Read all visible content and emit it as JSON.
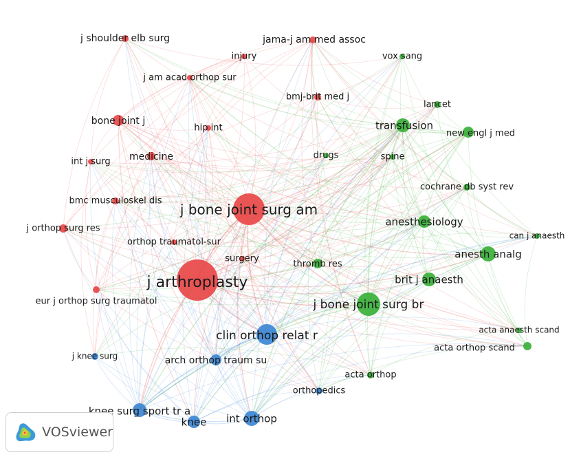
{
  "app": {
    "name": "VOSviewer"
  },
  "colors": {
    "cluster1": "#e84848",
    "cluster2": "#3ab03a",
    "cluster3": "#3d87d4"
  },
  "icons": {
    "logo": "vosviewer-logo-icon"
  },
  "nodes": [
    {
      "id": "jbjs_am",
      "label": "j bone joint surg am",
      "cluster": 1,
      "weight": 5
    },
    {
      "id": "j_arthro",
      "label": "j arthroplasty",
      "cluster": 1,
      "weight": 6
    },
    {
      "id": "shoulder",
      "label": "j shoulder elb surg",
      "cluster": 1,
      "weight": 1
    },
    {
      "id": "jama",
      "label": "jama-j am med assoc",
      "cluster": 1,
      "weight": 1
    },
    {
      "id": "injury",
      "label": "injury",
      "cluster": 1,
      "weight": 1
    },
    {
      "id": "jaaos",
      "label": "j am acad orthop sur",
      "cluster": 1,
      "weight": 1
    },
    {
      "id": "bmj",
      "label": "bmj-brit med j",
      "cluster": 1,
      "weight": 1
    },
    {
      "id": "bjj",
      "label": "bone joint j",
      "cluster": 1,
      "weight": 2
    },
    {
      "id": "hipint",
      "label": "hip int",
      "cluster": 1,
      "weight": 1
    },
    {
      "id": "intjsurg",
      "label": "int j surg",
      "cluster": 1,
      "weight": 1
    },
    {
      "id": "medicine",
      "label": "medicine",
      "cluster": 1,
      "weight": 1
    },
    {
      "id": "bmcmsk",
      "label": "bmc musculoskel dis",
      "cluster": 1,
      "weight": 1
    },
    {
      "id": "jorthsurgres",
      "label": "j orthop surg res",
      "cluster": 1,
      "weight": 1
    },
    {
      "id": "otsur",
      "label": "orthop traumatol-sur",
      "cluster": 1,
      "weight": 1
    },
    {
      "id": "surgery",
      "label": "surgery",
      "cluster": 1,
      "weight": 1
    },
    {
      "id": "eurjorth",
      "label": "eur j orthop surg traumatol",
      "cluster": 1,
      "weight": 1
    },
    {
      "id": "voxsang",
      "label": "vox sang",
      "cluster": 2,
      "weight": 1
    },
    {
      "id": "lancet",
      "label": "lancet",
      "cluster": 2,
      "weight": 1
    },
    {
      "id": "transfusion",
      "label": "transfusion",
      "cluster": 2,
      "weight": 3
    },
    {
      "id": "nejm",
      "label": "new engl j med",
      "cluster": 2,
      "weight": 2
    },
    {
      "id": "drugs",
      "label": "drugs",
      "cluster": 2,
      "weight": 1
    },
    {
      "id": "spine",
      "label": "spine",
      "cluster": 2,
      "weight": 1
    },
    {
      "id": "cochrane",
      "label": "cochrane db syst rev",
      "cluster": 2,
      "weight": 1
    },
    {
      "id": "anesthesiology",
      "label": "anesthesiology",
      "cluster": 2,
      "weight": 2
    },
    {
      "id": "canjanaesth",
      "label": "can j anaesth",
      "cluster": 2,
      "weight": 1
    },
    {
      "id": "anesthanalg",
      "label": "anesth analg",
      "cluster": 2,
      "weight": 3
    },
    {
      "id": "thrombres",
      "label": "thromb res",
      "cluster": 2,
      "weight": 1
    },
    {
      "id": "britjanaesth",
      "label": "brit j anaesth",
      "cluster": 2,
      "weight": 2
    },
    {
      "id": "jbjs_br",
      "label": "j bone joint surg br",
      "cluster": 2,
      "weight": 4
    },
    {
      "id": "actaanaesth",
      "label": "acta anaesth scand",
      "cluster": 2,
      "weight": 1
    },
    {
      "id": "actaorthscand",
      "label": "acta orthop scand",
      "cluster": 2,
      "weight": 1
    },
    {
      "id": "actaorthop",
      "label": "acta orthop",
      "cluster": 2,
      "weight": 1
    },
    {
      "id": "orthopedics",
      "label": "orthopedics",
      "cluster": 3,
      "weight": 1
    },
    {
      "id": "clinorth",
      "label": "clin orthop relat r",
      "cluster": 3,
      "weight": 4
    },
    {
      "id": "jkneesurg",
      "label": "j knee surg",
      "cluster": 3,
      "weight": 1
    },
    {
      "id": "archorth",
      "label": "arch orthop traum su",
      "cluster": 3,
      "weight": 2
    },
    {
      "id": "kssta",
      "label": "knee surg sport tr a",
      "cluster": 3,
      "weight": 3
    },
    {
      "id": "knee",
      "label": "knee",
      "cluster": 3,
      "weight": 2
    },
    {
      "id": "intorthop",
      "label": "int orthop",
      "cluster": 3,
      "weight": 3
    }
  ]
}
